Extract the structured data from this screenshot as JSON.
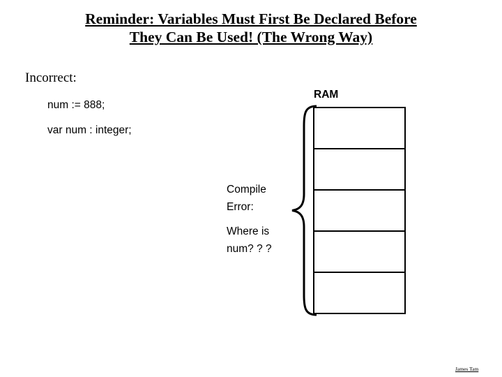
{
  "slide": {
    "title_line1": "Reminder: Variables Must First Be Declared Before",
    "title_line2": "They Can Be Used! (The Wrong Way)",
    "incorrect_label": "Incorrect:",
    "code": {
      "line1": "num := 888;",
      "line2": "var num : integer;"
    },
    "ram": {
      "label": "RAM",
      "cell_count": 5
    },
    "annotation": {
      "compile_error_line1": "Compile",
      "compile_error_line2": "Error:",
      "question_line1": "Where is",
      "question_line2": "num? ? ?"
    },
    "footer_credit": "James Tam",
    "colors": {
      "text": "#000000",
      "background": "#ffffff",
      "outline": "#000000"
    }
  }
}
